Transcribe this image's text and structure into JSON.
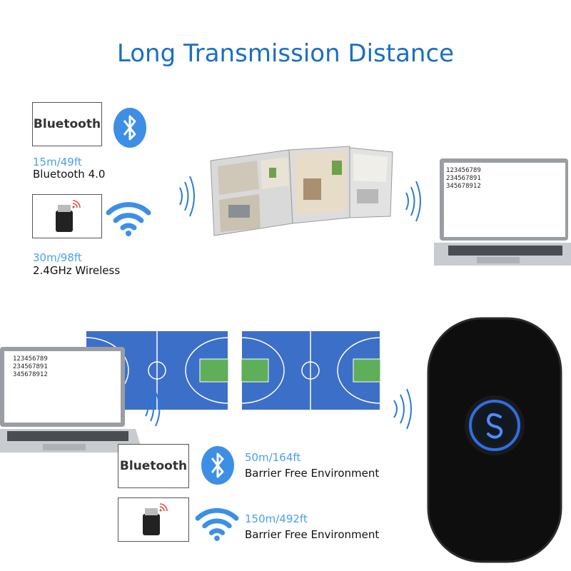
{
  "title": "Long Transmission Distance",
  "top_section": {
    "bluetooth_label": "Bluetooth",
    "bluetooth_distance": "15m/49ft",
    "bluetooth_version": "Bluetooth 4.0",
    "wireless_distance": "30m/98ft",
    "wireless_label": "2.4GHz Wireless",
    "laptop_lines": [
      "123456789",
      "234567891",
      "345678912"
    ]
  },
  "bottom_section": {
    "laptop_lines": [
      "123456789",
      "234567891",
      "345678912"
    ],
    "bluetooth_label": "Bluetooth",
    "bluetooth_distance": "50m/164ft",
    "bluetooth_env": "Barrier Free Environment",
    "wireless_distance": "150m/492ft",
    "wireless_env": "Barrier Free Environment"
  },
  "colors": {
    "accent_blue": "#1a6fc4",
    "icon_blue": "#3d8fe6",
    "court_blue": "#3c6fc8",
    "device_black": "#111111"
  }
}
